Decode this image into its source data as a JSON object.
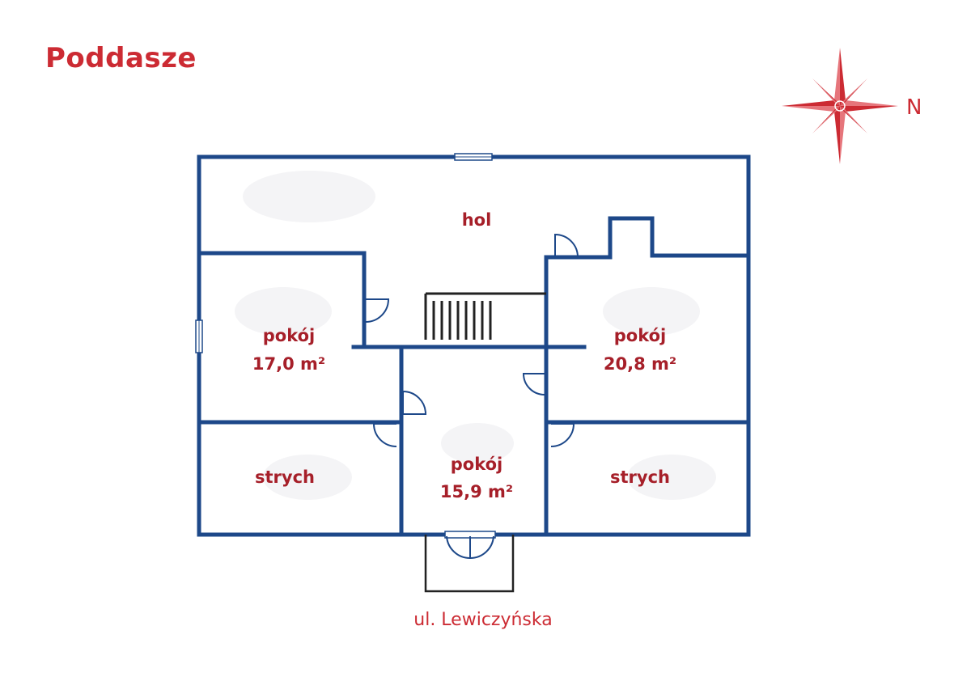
{
  "title": "Poddasze",
  "compass": {
    "north_label": "N"
  },
  "rooms": {
    "hol": {
      "name": "hol"
    },
    "room_left": {
      "name": "pokój",
      "area": "17,0 m²"
    },
    "room_right": {
      "name": "pokój",
      "area": "20,8 m²"
    },
    "room_center": {
      "name": "pokój",
      "area": "15,9 m²"
    },
    "attic_left": {
      "name": "strych"
    },
    "attic_right": {
      "name": "strych"
    }
  },
  "street": "ul. Lewiczyńska",
  "colors": {
    "wall": "#1d4889",
    "label": "#a61f29",
    "accent": "#cc2b33"
  }
}
